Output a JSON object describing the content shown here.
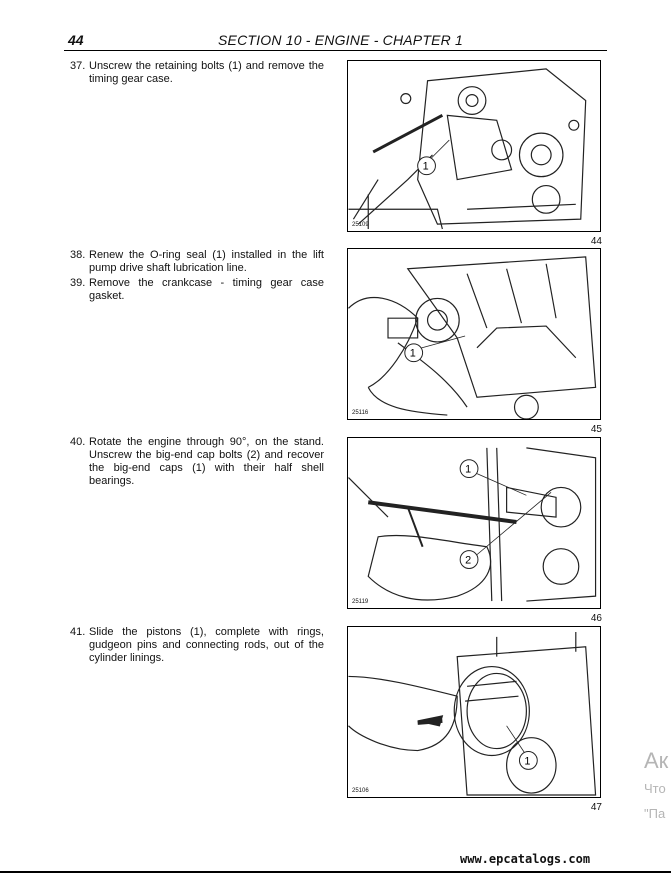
{
  "header": {
    "page_number": "44",
    "section_title": "SECTION 10 - ENGINE - CHAPTER 1"
  },
  "steps": [
    {
      "number": "37.",
      "text": "Unscrew the retaining bolts (1) and remove the timing gear case."
    },
    {
      "number": "38.",
      "text": "Renew the O-ring seal (1) installed in the lift pump drive shaft lubrication line."
    },
    {
      "number": "39.",
      "text": "Remove the crankcase - timing gear case gasket."
    },
    {
      "number": "40.",
      "text": "Rotate the engine through 90°, on the stand. Unscrew the big-end cap bolts (2) and recover the big-end caps (1) with their half shell bearings."
    },
    {
      "number": "41.",
      "text": "Slide the pistons (1), complete with rings, gudgeon pins and connecting rods, out of the cylinder linings."
    }
  ],
  "figures": [
    {
      "ref": "25109",
      "number": "44",
      "callouts": [
        "1"
      ]
    },
    {
      "ref": "25116",
      "number": "45",
      "callouts": [
        "1"
      ]
    },
    {
      "ref": "25119",
      "number": "46",
      "callouts": [
        "1",
        "2"
      ]
    },
    {
      "ref": "25106",
      "number": "47",
      "callouts": [
        "1"
      ]
    }
  ],
  "watermark": {
    "line1": "Ак",
    "line2": "Что",
    "line3": "\"Па"
  },
  "footer": {
    "url": "www.epcatalogs.com"
  }
}
